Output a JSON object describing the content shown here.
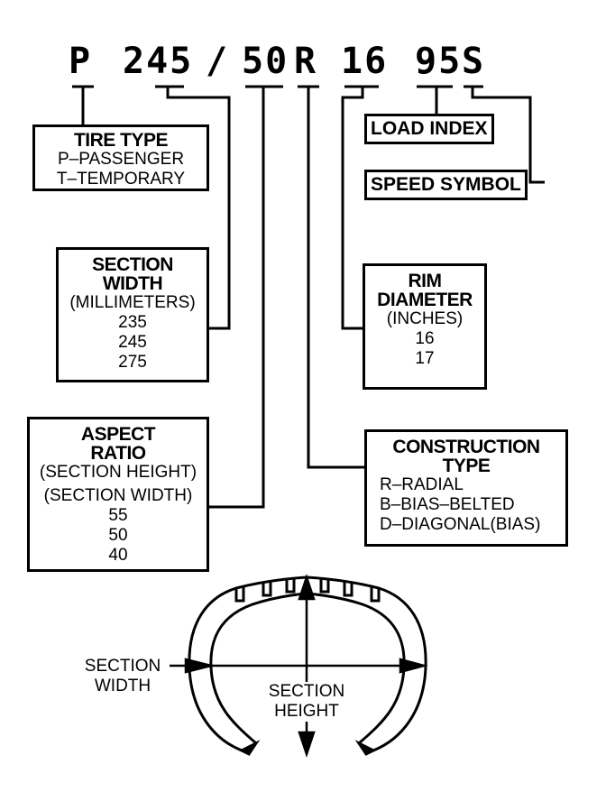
{
  "code": {
    "p": "P",
    "width": "245",
    "slash": "/",
    "ratio": "50",
    "construction": "R",
    "rim": "16",
    "load": "95",
    "speed": "S"
  },
  "tire_type": {
    "title": "TIRE TYPE",
    "lines": [
      "P–PASSENGER",
      "T–TEMPORARY"
    ]
  },
  "section_width": {
    "title1": "SECTION",
    "title2": "WIDTH",
    "unit": "(MILLIMETERS)",
    "values": [
      "235",
      "245",
      "275"
    ]
  },
  "aspect_ratio": {
    "title1": "ASPECT",
    "title2": "RATIO",
    "numerator": "(SECTION HEIGHT)",
    "denominator": "(SECTION WIDTH)",
    "values": [
      "55",
      "50",
      "40"
    ]
  },
  "load_index": {
    "title": "LOAD INDEX"
  },
  "speed_symbol": {
    "title": "SPEED SYMBOL"
  },
  "rim_diameter": {
    "title1": "RIM",
    "title2": "DIAMETER",
    "unit": "(INCHES)",
    "values": [
      "16",
      "17"
    ]
  },
  "construction_type": {
    "title1": "CONSTRUCTION",
    "title2": "TYPE",
    "lines": [
      "R–RADIAL",
      "B–BIAS–BELTED",
      "D–DIAGONAL(BIAS)"
    ]
  },
  "tire_diagram": {
    "section_width_1": "SECTION",
    "section_width_2": "WIDTH",
    "section_height_1": "SECTION",
    "section_height_2": "HEIGHT"
  }
}
